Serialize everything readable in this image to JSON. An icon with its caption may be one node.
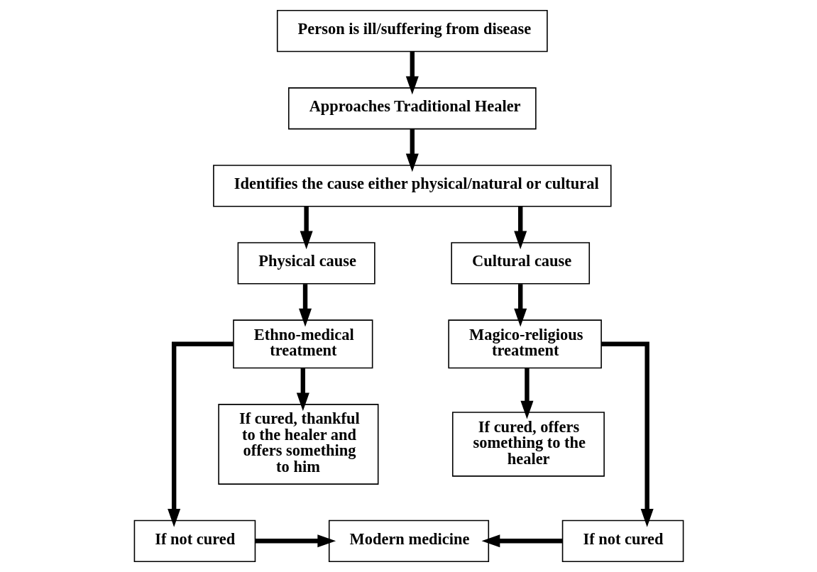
{
  "diagram": {
    "nodes": [
      {
        "text": [
          "Person is ill/suffering from disease"
        ]
      },
      {
        "text": [
          "Approaches Traditional Healer"
        ]
      },
      {
        "text": [
          "Identifies the cause either physical/natural or cultural"
        ]
      },
      {
        "text": [
          "Physical cause"
        ]
      },
      {
        "text": [
          "Cultural cause"
        ]
      },
      {
        "text": [
          "Ethno-medical treatment"
        ]
      },
      {
        "text": [
          "Magico-religious treatment"
        ]
      },
      {
        "text": [
          "If cured, thankful to the healer and offers something to him"
        ]
      },
      {
        "text": [
          "If cured, offers something to the healer"
        ]
      },
      {
        "text": [
          "If not cured"
        ]
      },
      {
        "text": [
          "Modern medicine"
        ]
      },
      {
        "text": [
          "If not cured"
        ]
      }
    ],
    "edges": [
      {
        "from": 0,
        "to": 1,
        "arrow": "to"
      },
      {
        "from": 1,
        "to": 2,
        "arrow": "to"
      },
      {
        "from": 2,
        "to": 3,
        "arrow": "to"
      },
      {
        "from": 2,
        "to": 4,
        "arrow": "to"
      },
      {
        "from": 3,
        "to": 5,
        "arrow": "to"
      },
      {
        "from": 4,
        "to": 6,
        "arrow": "to"
      },
      {
        "from": 5,
        "to": 7,
        "arrow": "to"
      },
      {
        "from": 6,
        "to": 8,
        "arrow": "to"
      },
      {
        "from": 5,
        "to": 9,
        "arrow": "to"
      },
      {
        "from": 6,
        "to": 11,
        "arrow": "to"
      },
      {
        "from": 9,
        "to": 10,
        "arrow": "to"
      },
      {
        "from": 11,
        "to": 10,
        "arrow": "to"
      }
    ]
  }
}
